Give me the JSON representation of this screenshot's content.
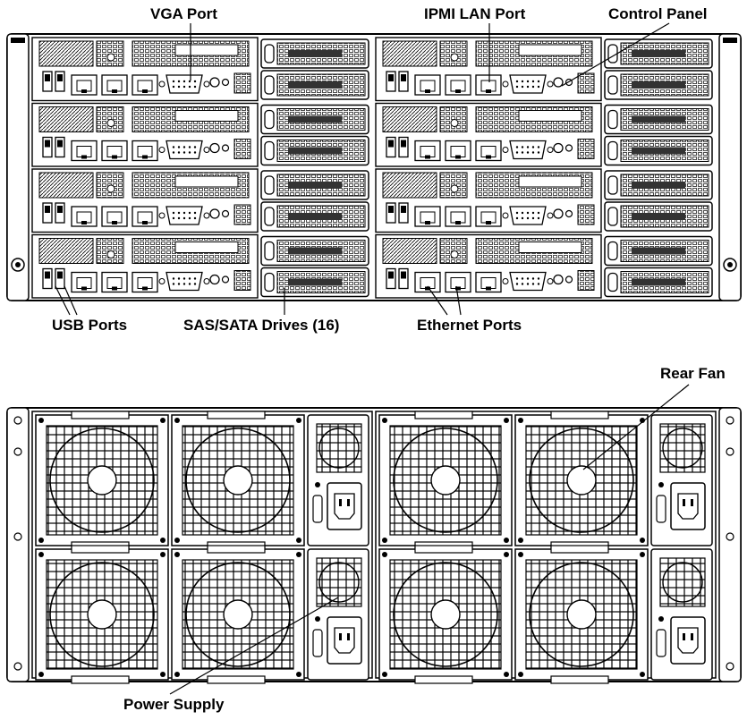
{
  "callouts": {
    "vga_port": "VGA Port",
    "ipmi_lan_port": "IPMI LAN Port",
    "control_panel": "Control Panel",
    "usb_ports": "USB Ports",
    "sas_sata_drives": "SAS/SATA Drives (16)",
    "ethernet_ports": "Ethernet Ports",
    "rear_fan": "Rear Fan",
    "power_supply": "Power Supply"
  },
  "front_view": {
    "node_rows": 4,
    "node_columns": 2,
    "drive_bays": 16
  },
  "rear_view": {
    "fan_modules": 8,
    "power_supplies": 4
  },
  "colors": {
    "line": "#000000",
    "fill_light": "#ffffff",
    "fill_mid": "#d9d9d9",
    "fill_dark": "#333333"
  }
}
